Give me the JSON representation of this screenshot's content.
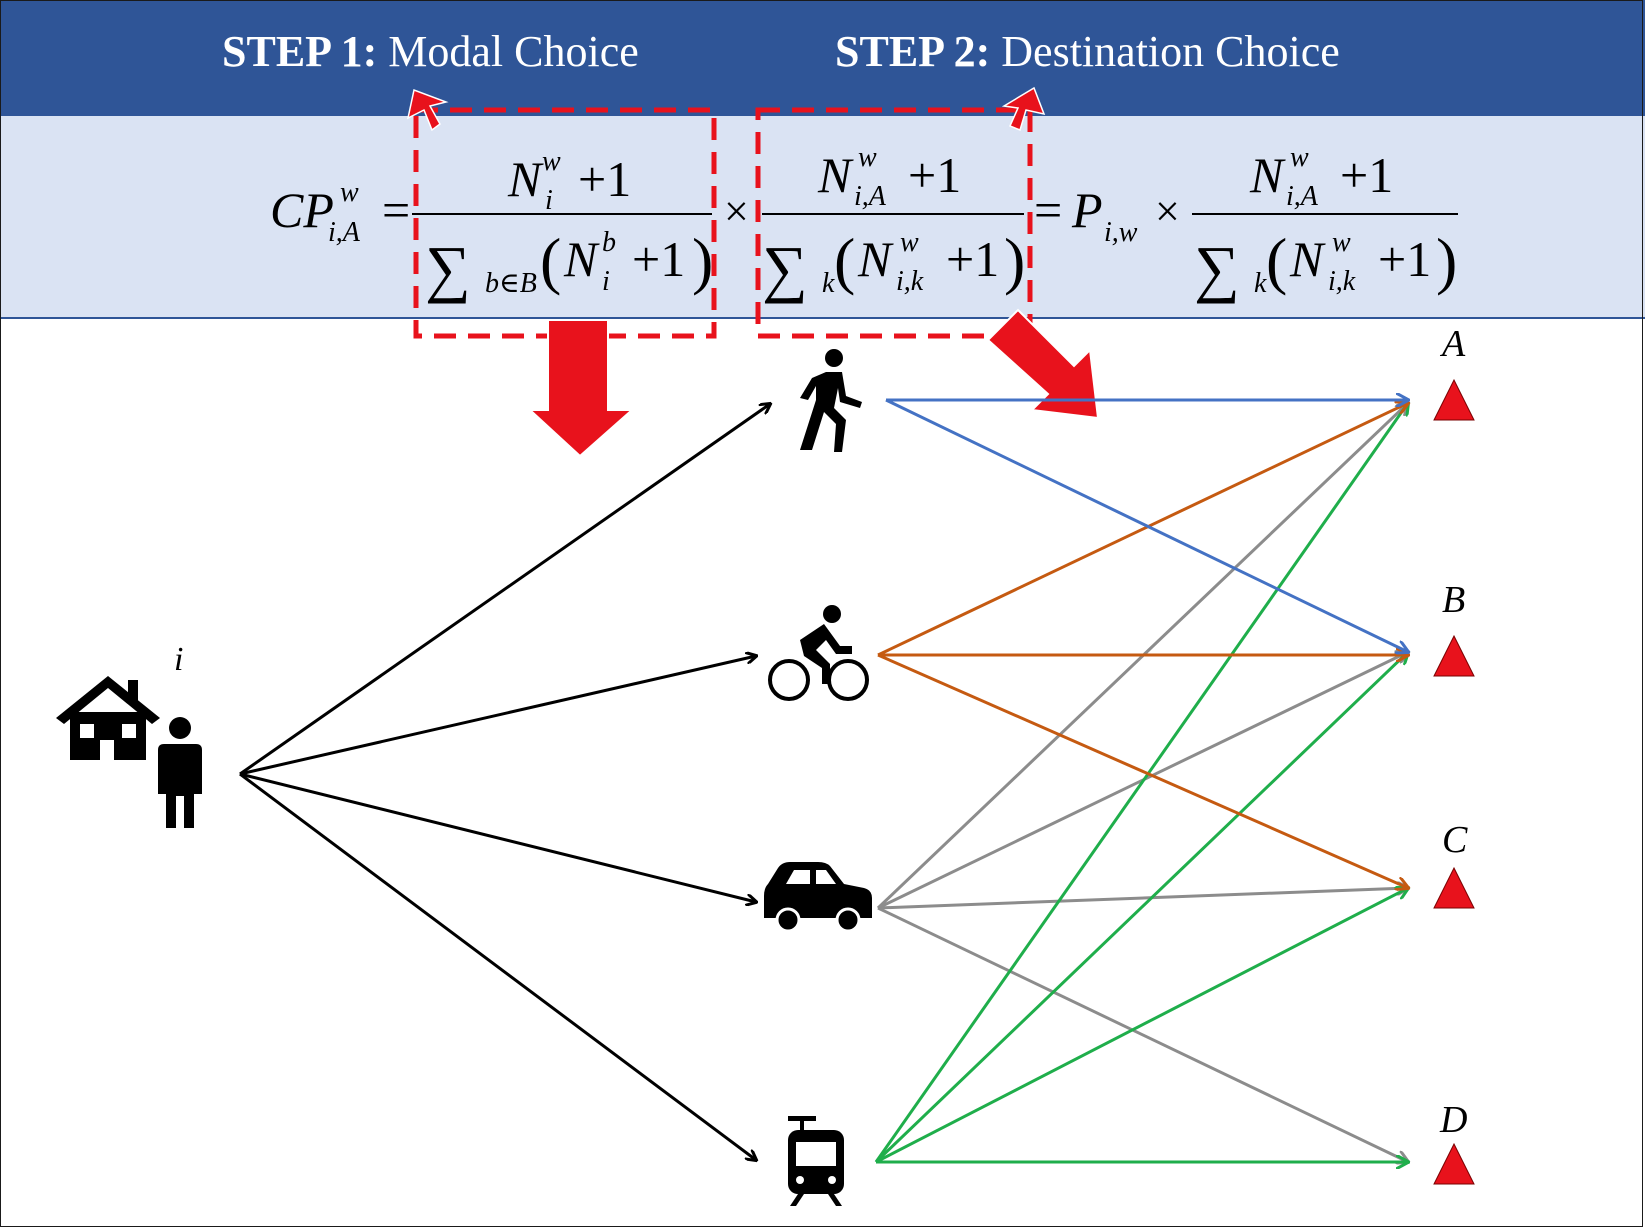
{
  "header": {
    "step1_label": "STEP 1:",
    "step1_text": "Modal Choice",
    "step2_label": "STEP 2:",
    "step2_text": "Destination Choice",
    "background_color": "#2f5597",
    "text_color": "#ffffff"
  },
  "formula": {
    "band_color": "#dae3f3",
    "lhs_main": "CP",
    "lhs_sup": "w",
    "lhs_sub": "i,A",
    "equals": "=",
    "times": "×",
    "plus_one": "+1",
    "frac1_num_var": "N",
    "frac1_num_sup": "w",
    "frac1_num_sub": "i",
    "frac1_den_sum_sub": "b∈B",
    "frac1_den_var": "N",
    "frac1_den_sup": "b",
    "frac1_den_sub": "i",
    "frac2_num_var": "N",
    "frac2_num_sup": "w",
    "frac2_num_sub": "i,A",
    "frac2_den_sum_sub": "k",
    "frac2_den_var": "N",
    "frac2_den_sup": "w",
    "frac2_den_sub": "i,k",
    "rhs_p_var": "P",
    "rhs_p_sub": "i,w",
    "sum_symbol": "∑",
    "highlight_color": "#e8121c"
  },
  "origin": {
    "label": "i",
    "icon_house": "house-icon",
    "icon_person": "person-icon"
  },
  "modes": [
    {
      "id": "walk",
      "icon": "walking-icon"
    },
    {
      "id": "bike",
      "icon": "bicycle-icon"
    },
    {
      "id": "car",
      "icon": "car-icon"
    },
    {
      "id": "tram",
      "icon": "tram-icon"
    }
  ],
  "destinations": [
    {
      "label": "A",
      "icon": "triangle-icon"
    },
    {
      "label": "B",
      "icon": "triangle-icon"
    },
    {
      "label": "C",
      "icon": "triangle-icon"
    },
    {
      "label": "D",
      "icon": "triangle-icon"
    }
  ],
  "edge_colors": {
    "origin": "#000000",
    "walk": "#4472c4",
    "bike": "#c55a11",
    "car": "#8c8c8c",
    "tram": "#1fae4b",
    "destination_marker": "#e8121c"
  },
  "edges": {
    "origin_to_modes": [
      "walk",
      "bike",
      "car",
      "tram"
    ],
    "walk": [
      "A",
      "B"
    ],
    "bike": [
      "A",
      "B",
      "C"
    ],
    "car": [
      "A",
      "B",
      "C",
      "D"
    ],
    "tram": [
      "A",
      "B",
      "C",
      "D"
    ]
  }
}
